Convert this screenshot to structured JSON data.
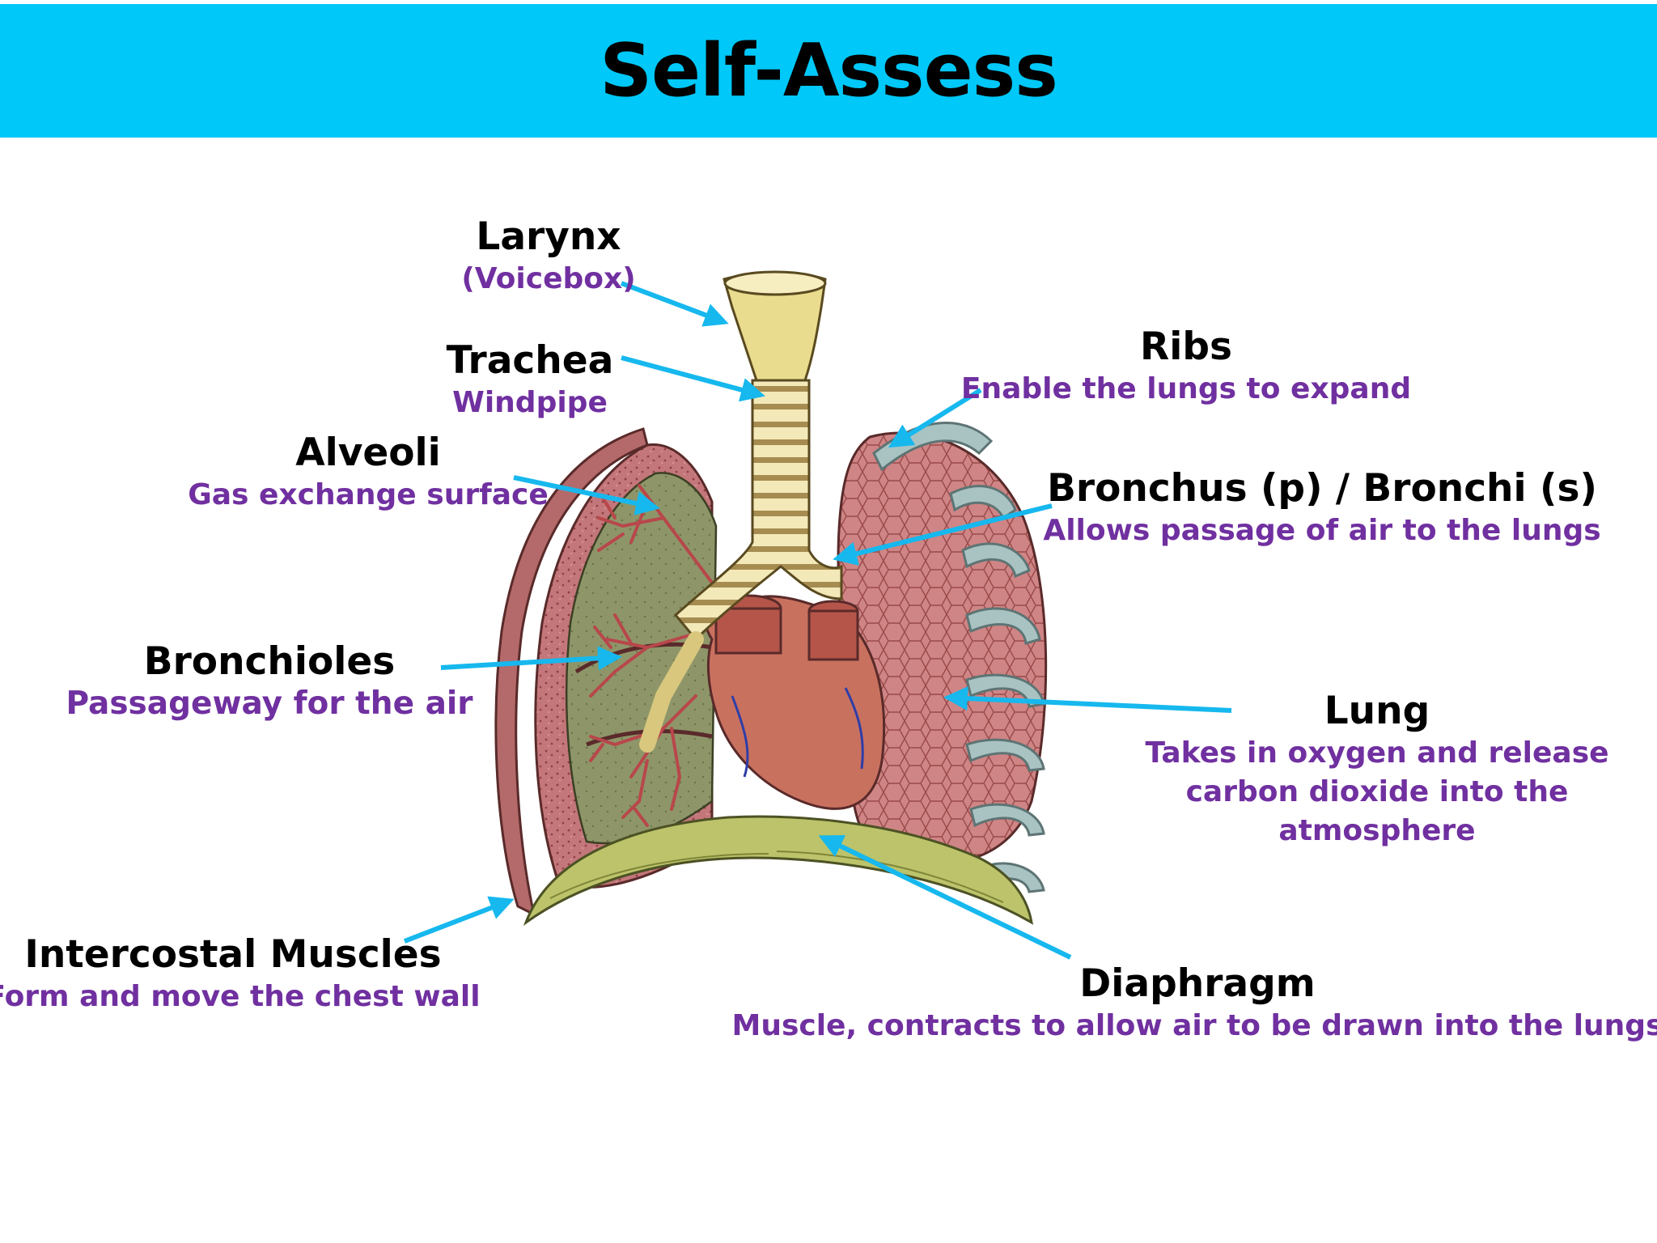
{
  "header": {
    "title": "Self-Assess"
  },
  "labels": {
    "larynx": {
      "name": "Larynx",
      "desc": "(Voicebox)"
    },
    "trachea": {
      "name": "Trachea",
      "desc": "Windpipe"
    },
    "alveoli": {
      "name": "Alveoli",
      "desc": "Gas exchange surface"
    },
    "bronchioles": {
      "name": "Bronchioles",
      "desc": "Passageway for the air"
    },
    "intercostal": {
      "name": "Intercostal Muscles",
      "desc": "Form and move the chest wall"
    },
    "ribs": {
      "name": "Ribs",
      "desc": "Enable the lungs to expand"
    },
    "bronchus": {
      "name": "Bronchus (p) / Bronchi (s)",
      "desc": "Allows passage of air to the lungs"
    },
    "lung": {
      "name": "Lung",
      "desc_lines": [
        "Takes in oxygen and release",
        "carbon dioxide into the",
        "atmosphere"
      ]
    },
    "diaphragm": {
      "name": "Diaphragm",
      "desc": "Muscle, contracts to allow air to be drawn into the lungs"
    }
  },
  "colors": {
    "header": "#00c8f8",
    "label_name": "#000000",
    "label_desc": "#7030a0",
    "arrow": "#16b8ee",
    "lung_tissue": "#c97b7b",
    "left_lung_cut": "#8c9468",
    "trachea": "#f2e6b4",
    "heart": "#c96b5b",
    "ribs": "#a7c1c1",
    "diaphragm": "#bcc26a"
  }
}
